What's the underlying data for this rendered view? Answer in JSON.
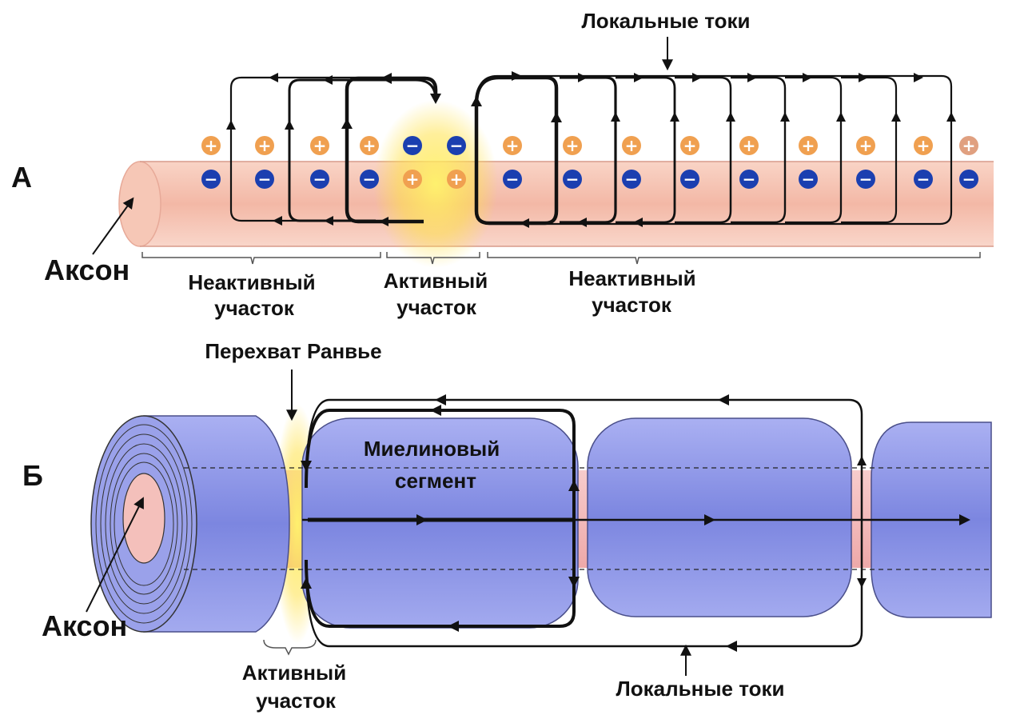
{
  "panel_a": {
    "letter": "А",
    "local_currents": "Локальные токи",
    "axon": "Аксон",
    "inactive_left_line1": "Неактивный",
    "inactive_left_line2": "участок",
    "active_line1": "Активный",
    "active_line2": "участок",
    "inactive_right_line1": "Неактивный",
    "inactive_right_line2": "участок",
    "plus_symbol": "+",
    "minus_symbol": "−",
    "colors": {
      "axon": "#f6c4b4",
      "active": "#ffe45c",
      "plus": "#f0a050",
      "minus": "#1b3fb0"
    }
  },
  "panel_b": {
    "letter": "Б",
    "node_of_ranvier": "Перехват Ранвье",
    "myelin_line1": "Миелиновый",
    "myelin_line2": "сегмент",
    "axon": "Аксон",
    "active_line1": "Активный",
    "active_line2": "участок",
    "local_currents": "Локальные токи",
    "colors": {
      "myelin": "#8a93e6",
      "axon": "#f2b6b6",
      "active": "#ffe45c"
    }
  }
}
